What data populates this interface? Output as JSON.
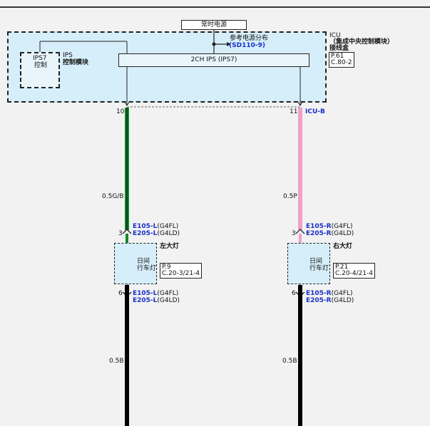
{
  "power": {
    "label": "常时电源"
  },
  "reference": {
    "label": "参考电源分布",
    "code": "(SD110-9)"
  },
  "icu": {
    "label": "ICU",
    "desc": "（集成中央控制模块）",
    "sub": "接线盒",
    "page": "P.61",
    "conn": "C.80-2"
  },
  "ips7": {
    "line1": "IPS7",
    "line2": "控制"
  },
  "ips_module": {
    "line1": "IPS",
    "line2": "控制模块"
  },
  "channel": {
    "label": "2CH IPS (IPS7)"
  },
  "left": {
    "pin_top": "10",
    "wire_upper": "0.5G/B",
    "pin_mid": "3",
    "conn1_id": "E105-L",
    "conn1_var": "(G4FL)",
    "conn2_id": "E205-L",
    "conn2_var": "(G4LD)",
    "lamp_title": "左大灯",
    "lamp_line1": "日间",
    "lamp_line2": "行车灯",
    "ref_page": "P.9",
    "ref_conn": "C.20-3/21-4",
    "pin_bot": "6",
    "conn3_id": "E105-L",
    "conn3_var": "(G4FL)",
    "conn4_id": "E205-L",
    "conn4_var": "(G4LD)",
    "wire_lower": "0.5B",
    "wire_color": "#0e8a2c"
  },
  "right": {
    "pin_top": "11",
    "conn_label": "ICU-B",
    "wire_upper": "0.5P",
    "pin_mid": "3",
    "conn1_id": "E105-R",
    "conn1_var": "(G4FL)",
    "conn2_id": "E205-R",
    "conn2_var": "(G4LD)",
    "lamp_title": "右大灯",
    "lamp_line1": "日间",
    "lamp_line2": "行车灯",
    "ref_page": "P.21",
    "ref_conn": "C.20-4/21-4",
    "pin_bot": "6",
    "conn3_id": "E105-R",
    "conn3_var": "(G4FL)",
    "conn4_id": "E205-R",
    "conn4_var": "(G4LD)",
    "wire_lower": "0.5B",
    "wire_color": "#f2a0c8"
  },
  "colors": {
    "accent_blue": "#1730c9",
    "box_fill": "#d6eef9",
    "ground_wire": "#000000"
  }
}
